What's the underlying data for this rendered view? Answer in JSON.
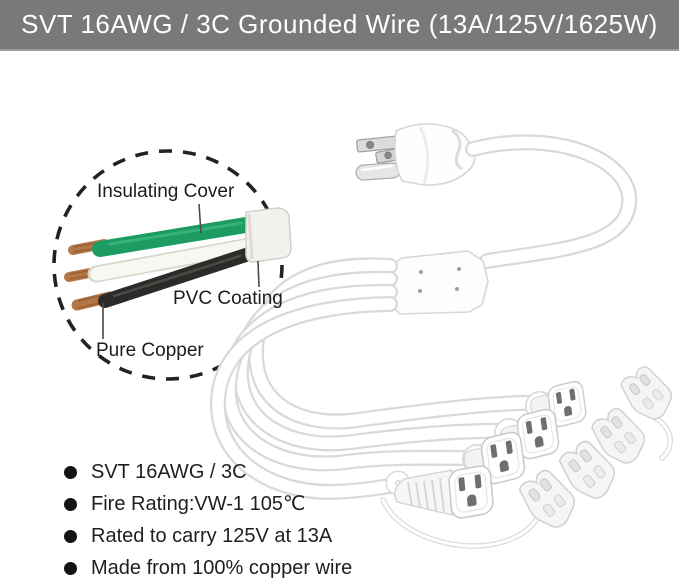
{
  "header": {
    "title": "SVT 16AWG / 3C Grounded Wire (13A/125V/1625W)",
    "background_color": "#797979",
    "text_color": "#ffffff"
  },
  "inset_diagram": {
    "labels": {
      "insulating_cover": "Insulating Cover",
      "pvc_coating": "PVC Coating",
      "pure_copper": "Pure Copper"
    }
  },
  "colors": {
    "green_wire": "#1c9c62",
    "green_wire_highlight": "#35b377",
    "white_wire": "#f8f7f2",
    "white_wire_edge": "#d9d6cc",
    "black_wire": "#2d2b29",
    "copper": "#b27647",
    "copper_strand": "#9a5f33",
    "jacket": "#f2f1ed",
    "banner_gray": "#797979",
    "cable_white": "#ffffff",
    "cable_edge": "#d9d9d9"
  },
  "features": {
    "items": [
      "SVT 16AWG / 3C",
      "Fire Rating:VW-1 105℃",
      "Rated to carry 125V at 13A",
      "Made from 100% copper wire"
    ]
  },
  "photo": {
    "plug_prongs": 3,
    "front_outlets": 4,
    "back_outlets": 4
  }
}
